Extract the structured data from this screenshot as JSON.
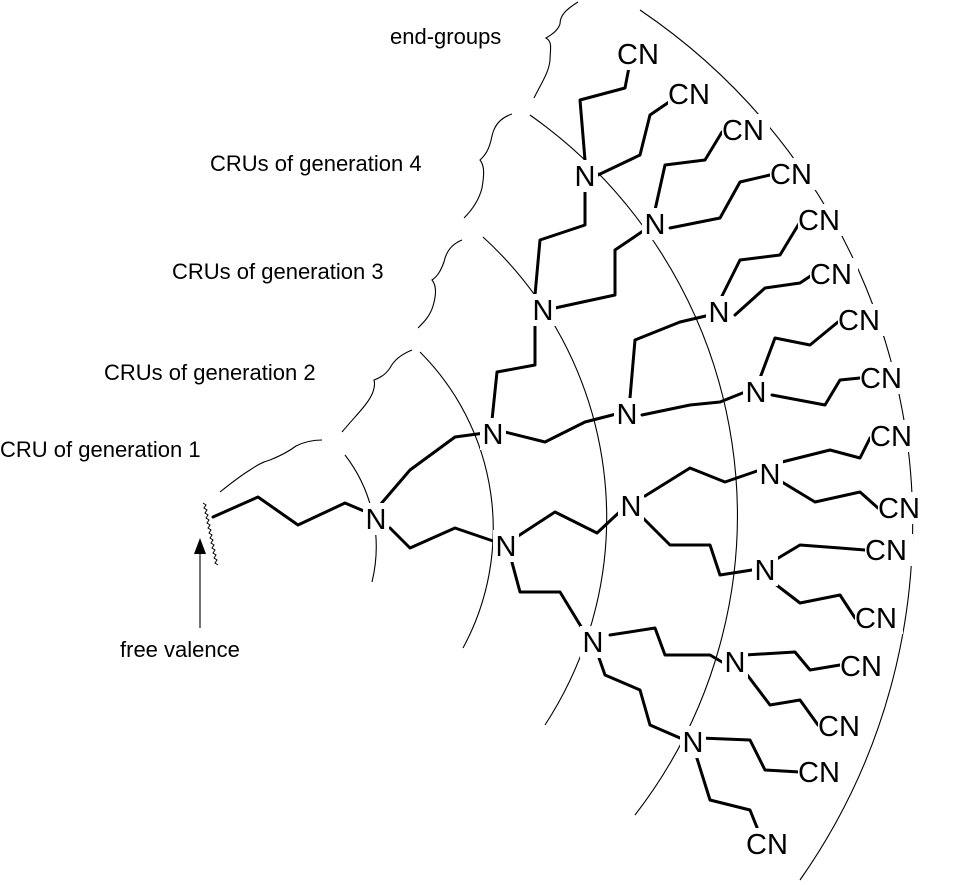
{
  "labels": {
    "end_groups": "end-groups",
    "gen4": "CRUs of generation 4",
    "gen3": "CRUs of generation 3",
    "gen2": "CRUs of generation 2",
    "gen1": "CRU of generation 1",
    "free_valence": "free valence"
  },
  "atoms": {
    "nitrogen": "N",
    "end_group": "CN"
  }
}
